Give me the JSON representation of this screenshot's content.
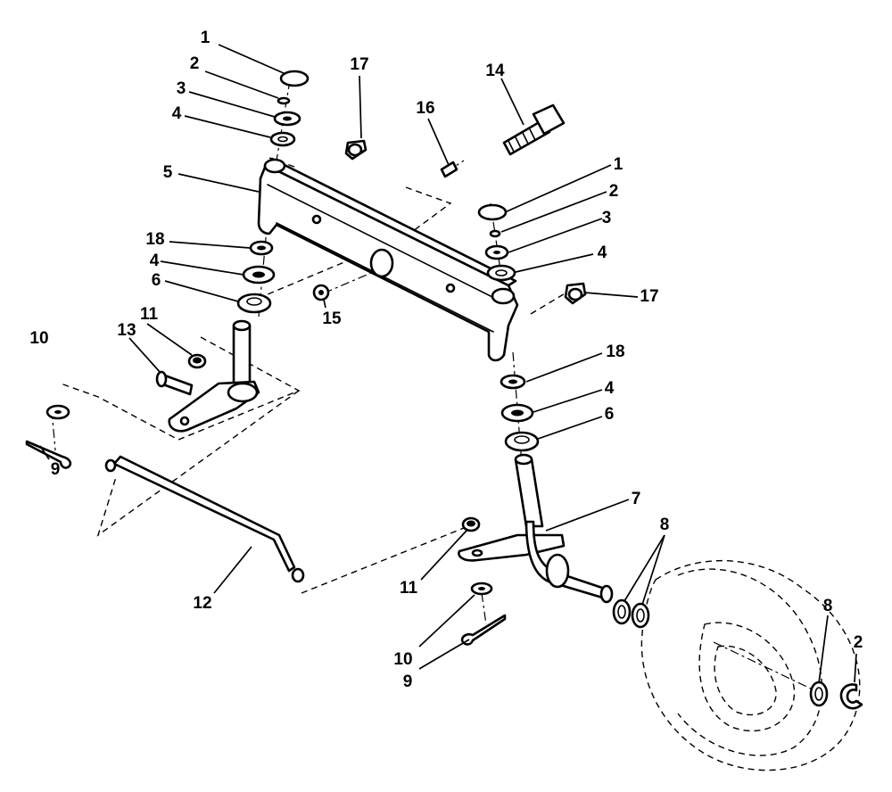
{
  "diagram": {
    "labels": {
      "l1a": "1",
      "l2a": "2",
      "l3a": "3",
      "l4a": "4",
      "l5": "5",
      "l18a": "18",
      "l4b": "4",
      "l6a": "6",
      "l17a": "17",
      "l14": "14",
      "l16": "16",
      "l1b": "1",
      "l2b": "2",
      "l3b": "3",
      "l4c": "4",
      "l17b": "17",
      "l15": "15",
      "l10a": "10",
      "l11a": "11",
      "l13": "13",
      "l9a": "9",
      "l18b": "18",
      "l4d": "4",
      "l6b": "6",
      "l7": "7",
      "l8a": "8",
      "l12": "12",
      "l11b": "11",
      "l10b": "10",
      "l9b": "9",
      "l8b": "8",
      "l2c": "2"
    }
  }
}
